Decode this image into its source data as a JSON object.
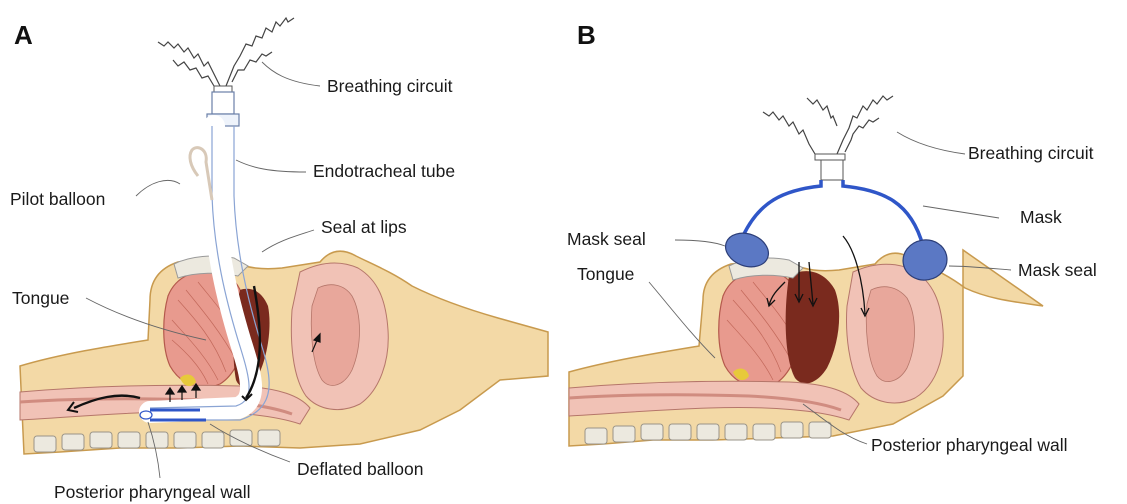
{
  "panels": [
    {
      "letter": "A",
      "labels": {
        "breathing_circuit": "Breathing circuit",
        "endotracheal_tube": "Endotracheal tube",
        "pilot_balloon": "Pilot balloon",
        "seal_at_lips": "Seal at lips",
        "tongue": "Tongue",
        "deflated_balloon": "Deflated balloon",
        "posterior_pharyngeal_wall": "Posterior pharyngeal wall"
      }
    },
    {
      "letter": "B",
      "labels": {
        "breathing_circuit": "Breathing circuit",
        "mask": "Mask",
        "mask_seal_left": "Mask seal",
        "mask_seal_right": "Mask seal",
        "tongue": "Tongue",
        "posterior_pharyngeal_wall": "Posterior pharyngeal wall"
      }
    }
  ],
  "colors": {
    "skin": "#f3d9a6",
    "skin_edge": "#c89a4e",
    "muscle": "#e89a8e",
    "cavity": "#7a2a1e",
    "mucosa": "#f1c2b6",
    "bone": "#ece9df",
    "tube": "#2f56c8",
    "mask_seal": "#5b78c4",
    "label_text": "#1a1a1a"
  }
}
